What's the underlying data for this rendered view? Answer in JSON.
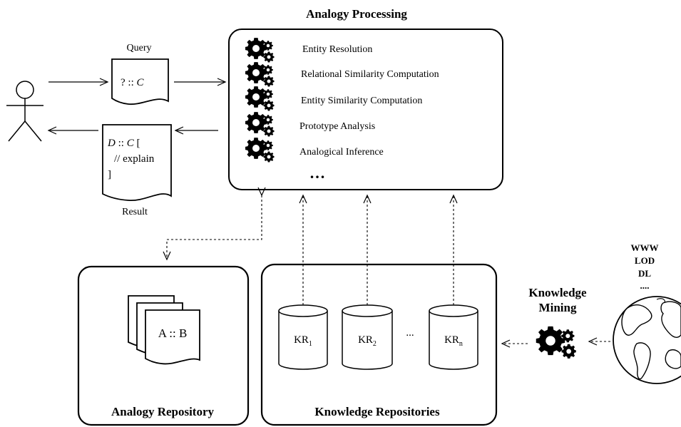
{
  "analogy_processing": {
    "title": "Analogy Processing",
    "steps": [
      "Entity Resolution",
      "Relational Similarity Computation",
      "Entity Similarity Computation",
      "Prototype Analysis",
      "Analogical Inference"
    ],
    "ellipsis": "..."
  },
  "query": {
    "label": "Query",
    "text_prefix": "? :: ",
    "text_var": "C"
  },
  "result": {
    "label": "Result",
    "line1_d": "D",
    "line1_mid": " :: ",
    "line1_c": "C",
    "line1_end": " [",
    "line2": "// explain",
    "line3": "]"
  },
  "analogy_repository": {
    "title": "Analogy Repository",
    "doc_text": "A :: B"
  },
  "knowledge_repositories": {
    "title": "Knowledge Repositories",
    "repos": [
      {
        "base": "KR",
        "sub": "1"
      },
      {
        "base": "KR",
        "sub": "2"
      },
      {
        "base": "KR",
        "sub": "n"
      }
    ],
    "dots": "..."
  },
  "knowledge_mining": {
    "line1": "Knowledge",
    "line2": "Mining"
  },
  "sources": [
    "WWW",
    "LOD",
    "DL",
    "...."
  ]
}
